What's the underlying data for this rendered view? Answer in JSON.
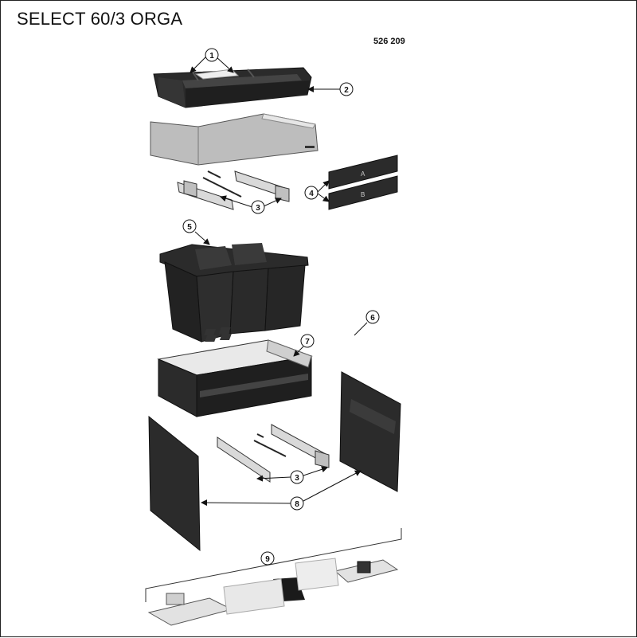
{
  "header": {
    "title": "SELECT 60/3 ORGA",
    "article_number": "526 209"
  },
  "callouts": {
    "c1": "1",
    "c2": "2",
    "c3a": "3",
    "c4": "4",
    "c5": "5",
    "c6": "6",
    "c7": "7",
    "c3b": "3",
    "c8": "8",
    "c9": "9"
  },
  "colors": {
    "dark_plastic": "#2b2b2b",
    "grey_panel": "#bdbdbd",
    "metal": "#d9d9d9",
    "line": "#111111"
  }
}
